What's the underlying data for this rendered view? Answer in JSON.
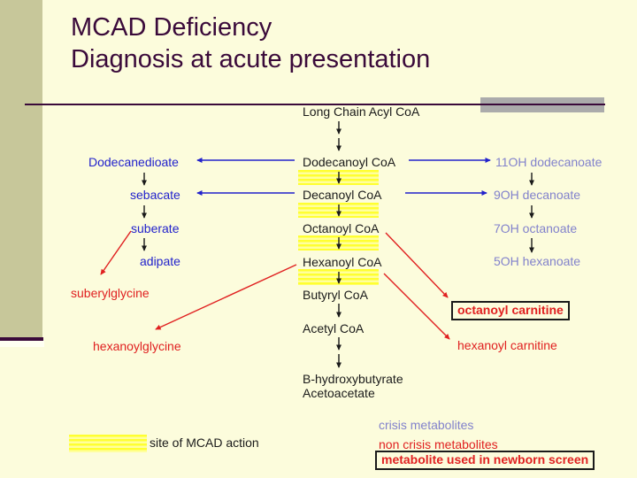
{
  "title": {
    "line1": "MCAD Deficiency",
    "line2": "Diagnosis at acute presentation"
  },
  "pathway": {
    "long_chain": "Long Chain Acyl CoA",
    "dodecanoyl": "Dodecanoyl CoA",
    "decanoyl": "Decanoyl CoA",
    "octanoyl": "Octanoyl CoA",
    "hexanoyl": "Hexanoyl CoA",
    "butyryl": "Butyryl CoA",
    "acetyl": "Acetyl CoA",
    "b_hydroxybutyrate": "B-hydroxybutyrate",
    "acetoacetate": "Acetoacetate"
  },
  "crisis_left": {
    "dodecanedioate": "Dodecanedioate",
    "sebacate": "sebacate",
    "suberate": "suberate",
    "adipate": "adipate"
  },
  "crisis_right": {
    "oh11_dodecanoate": "11OH dodecanoate",
    "oh9_decanoate": "9OH decanoate",
    "oh7_octanoate": "7OH octanoate",
    "oh5_hexanoate": "5OH hexanoate"
  },
  "non_crisis": {
    "suberylglycine": "suberylglycine",
    "hexanoylglycine": "hexanoylglycine",
    "octanoyl_carnitine": "octanoyl carnitine",
    "hexanoyl_carnitine": "hexanoyl carnitine"
  },
  "legend": {
    "site_of_action": "site of MCAD action",
    "crisis": "crisis metabolites",
    "non_crisis": "non crisis metabolites",
    "newborn_screen": "metabolite used in newborn screen"
  },
  "colors": {
    "background": "#fcfcdc",
    "sidebar_olive": "#c7c79a",
    "title_purple": "#3a0a3a",
    "crisis_blue": "#2222cc",
    "crisis_periwinkle": "#8282cc",
    "non_crisis_red": "#e02020",
    "highlight_yellow": "#ffff31",
    "accent_gray": "#ababab"
  }
}
